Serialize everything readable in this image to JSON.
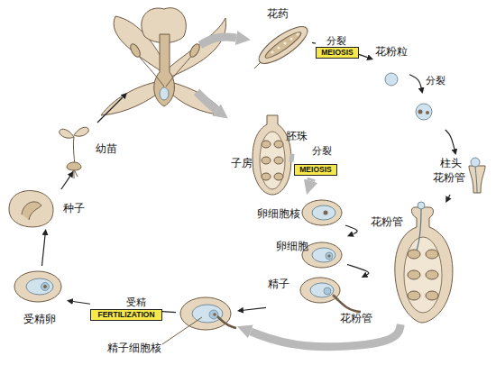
{
  "diagram": {
    "nodes": [
      {
        "text": [
          "花药"
        ]
      },
      {
        "text": [
          "分裂",
          "MEIOSIS"
        ]
      },
      {
        "text": [
          "花粉粒"
        ]
      },
      {
        "text": [
          "分裂"
        ]
      },
      {
        "text": [
          "柱头",
          "花粉管"
        ]
      },
      {
        "text": [
          "花粉管"
        ]
      },
      {
        "text": [
          "胚珠",
          "子房"
        ]
      },
      {
        "text": [
          "分裂",
          "MEIOSIS"
        ]
      },
      {
        "text": [
          "卵细胞核"
        ]
      },
      {
        "text": [
          "卵细胞"
        ]
      },
      {
        "text": [
          "精子",
          "花粉管"
        ]
      },
      {
        "text": [
          "精子细胞核"
        ]
      },
      {
        "text": [
          "受精",
          "FERTILIZATION"
        ]
      },
      {
        "text": [
          "受精卵"
        ]
      },
      {
        "text": [
          "种子"
        ]
      },
      {
        "text": [
          "幼苗"
        ]
      }
    ],
    "edges": [
      {
        "from": 0,
        "to": 1,
        "arrow": "none"
      },
      {
        "from": 1,
        "to": 2,
        "arrow": "to"
      },
      {
        "from": 2,
        "to": 3,
        "arrow": "to"
      },
      {
        "from": 3,
        "to": 4,
        "arrow": "to"
      },
      {
        "from": 4,
        "to": 5,
        "arrow": "to"
      },
      {
        "from": 5,
        "to": 11,
        "arrow": "to"
      },
      {
        "from": 6,
        "to": 7,
        "arrow": "none"
      },
      {
        "from": 7,
        "to": 8,
        "arrow": "to"
      },
      {
        "from": 8,
        "to": 9,
        "arrow": "to"
      },
      {
        "from": 9,
        "to": 10,
        "arrow": "to"
      },
      {
        "from": 10,
        "to": 11,
        "arrow": "to"
      },
      {
        "from": 11,
        "to": 12,
        "arrow": "none"
      },
      {
        "from": 12,
        "to": 13,
        "arrow": "to"
      },
      {
        "from": 13,
        "to": 14,
        "arrow": "to"
      },
      {
        "from": 14,
        "to": 15,
        "arrow": "to"
      }
    ]
  }
}
